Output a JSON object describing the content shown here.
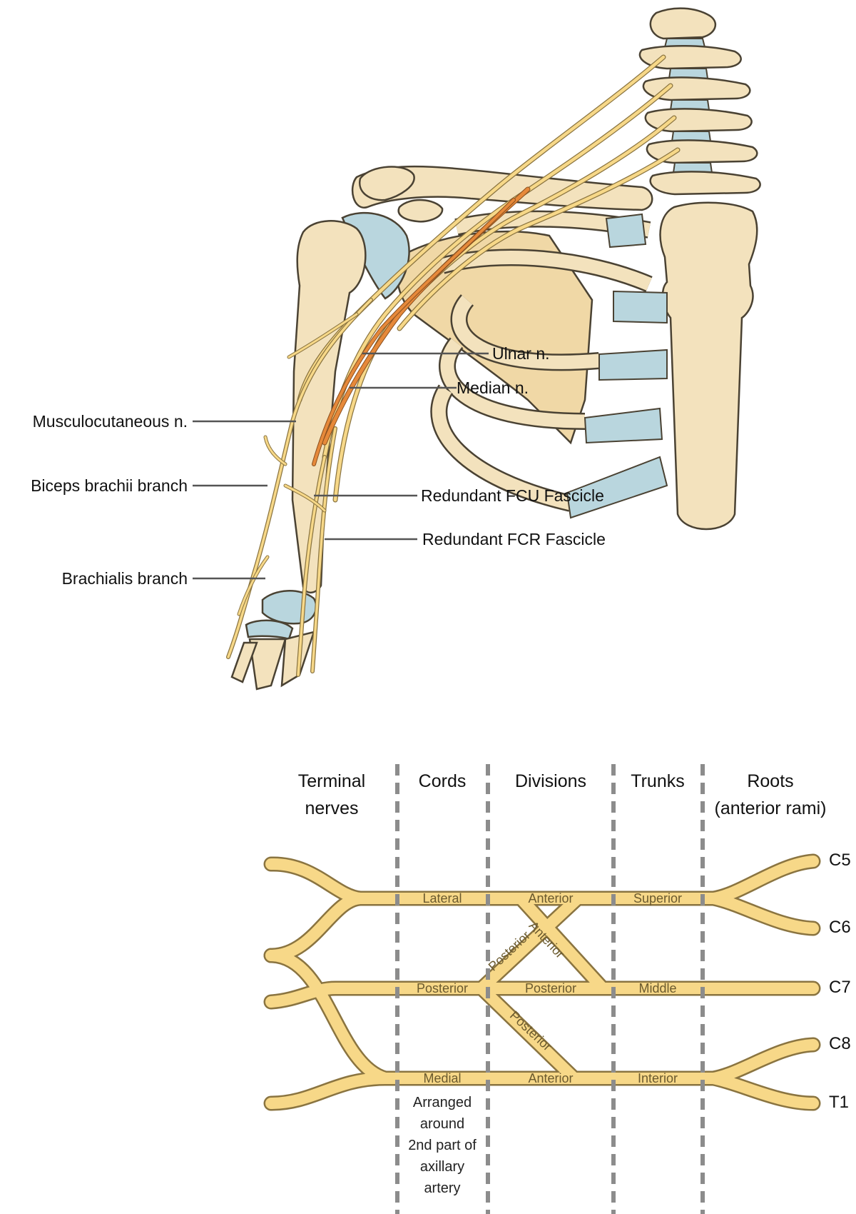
{
  "colors": {
    "bone": "#f3e2bd",
    "bone_stroke": "#4a4233",
    "cartilage": "#b9d6de",
    "nerve": "#f7d888",
    "nerve_stroke": "#8a7440",
    "highlight_nerve": "#e6893a",
    "leader": "#555555",
    "divider": "#8c8c8c",
    "segment_text": "#6b5a2e"
  },
  "anatomy": {
    "labels": {
      "ulnar": "Ulnar n.",
      "median": "Median n.",
      "musculocutaneous": "Musculocutaneous n.",
      "biceps_branch": "Biceps brachii branch",
      "fcu_fascicle": "Redundant FCU Fascicle",
      "fcr_fascicle": "Redundant FCR Fascicle",
      "brachialis_branch": "Brachialis branch"
    }
  },
  "plexus": {
    "headers": {
      "terminal_1": "Terminal",
      "terminal_2": "nerves",
      "cords": "Cords",
      "divisions": "Divisions",
      "trunks": "Trunks",
      "roots_1": "Roots",
      "roots_2": "(anterior rami)"
    },
    "roots": [
      "C5",
      "C6",
      "C7",
      "C8",
      "T1"
    ],
    "segments": {
      "lateral": "Lateral",
      "anterior_top": "Anterior",
      "superior": "Superior",
      "anterior_diag": "Anterior",
      "posterior_diag_up": "Posterior",
      "posterior_cord": "Posterior",
      "posterior_div": "Posterior",
      "middle": "Middle",
      "posterior_diag_down": "Posterior",
      "medial": "Medial",
      "anterior_bottom": "Anterior",
      "interior": "Interior"
    },
    "note": [
      "Arranged",
      "around",
      "2nd part of",
      "axillary",
      "artery"
    ]
  }
}
